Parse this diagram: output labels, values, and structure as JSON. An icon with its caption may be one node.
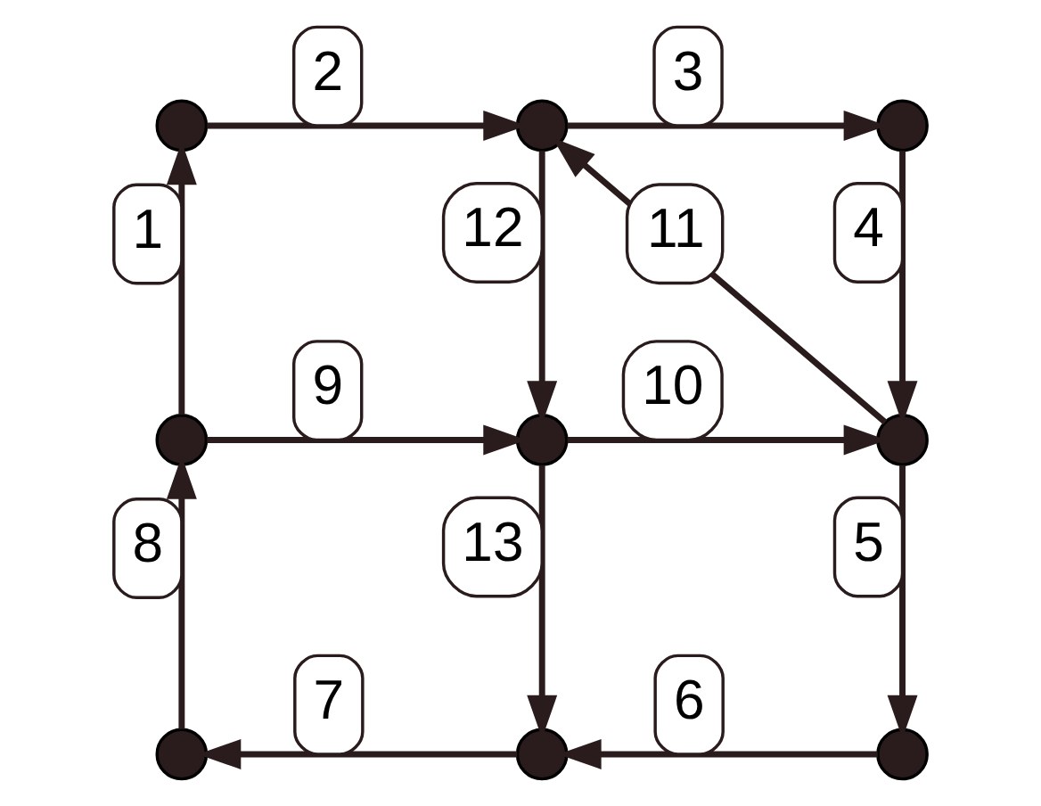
{
  "diagram": {
    "nodes": [
      {
        "text": [],
        "shape": "circle"
      },
      {
        "text": [],
        "shape": "circle"
      },
      {
        "text": [],
        "shape": "circle"
      },
      {
        "text": [],
        "shape": "circle"
      },
      {
        "text": [],
        "shape": "circle"
      },
      {
        "text": [],
        "shape": "circle"
      },
      {
        "text": [],
        "shape": "circle"
      },
      {
        "text": [],
        "shape": "circle"
      },
      {
        "text": [],
        "shape": "circle"
      }
    ],
    "edges": [
      {
        "from": 3,
        "to": 0,
        "arrow": "to",
        "label": "1"
      },
      {
        "from": 0,
        "to": 1,
        "arrow": "to",
        "label": "2"
      },
      {
        "from": 1,
        "to": 2,
        "arrow": "to",
        "label": "3"
      },
      {
        "from": 2,
        "to": 5,
        "arrow": "to",
        "label": "4"
      },
      {
        "from": 5,
        "to": 8,
        "arrow": "to",
        "label": "5"
      },
      {
        "from": 8,
        "to": 7,
        "arrow": "to",
        "label": "6"
      },
      {
        "from": 7,
        "to": 6,
        "arrow": "to",
        "label": "7"
      },
      {
        "from": 6,
        "to": 3,
        "arrow": "to",
        "label": "8"
      },
      {
        "from": 3,
        "to": 4,
        "arrow": "to",
        "label": "9"
      },
      {
        "from": 4,
        "to": 5,
        "arrow": "to",
        "label": "10"
      },
      {
        "from": 5,
        "to": 1,
        "arrow": "to",
        "label": "11"
      },
      {
        "from": 1,
        "to": 4,
        "arrow": "to",
        "label": "12"
      },
      {
        "from": 4,
        "to": 7,
        "arrow": "to",
        "label": "13"
      }
    ]
  }
}
